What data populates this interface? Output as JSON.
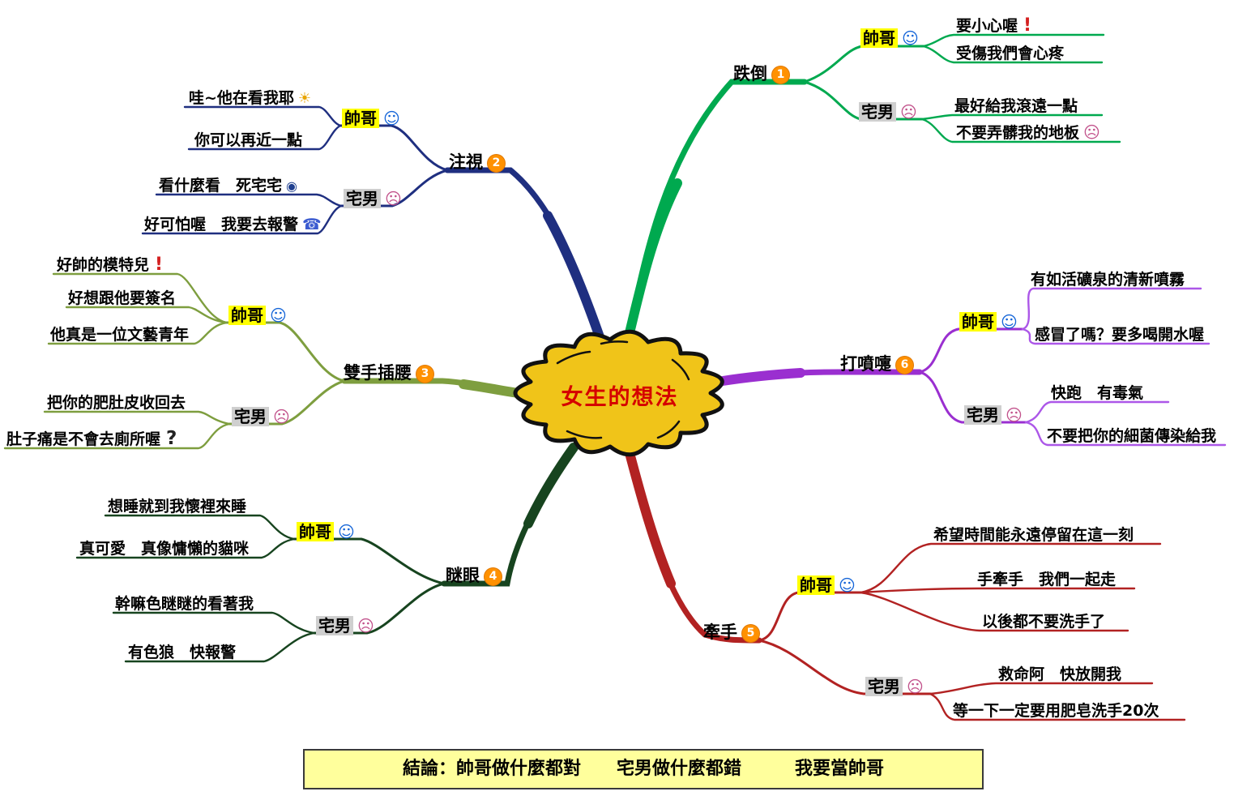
{
  "title": "女生的想法",
  "conclusion": "結論：帥哥做什麼都對　　宅男做什麼都錯　　　我要當帥哥",
  "icons": {
    "smile": "☺",
    "frown": "☹",
    "exclaim": "!",
    "bulb": "☀",
    "eye": "◉",
    "phone": "☎",
    "question": "?"
  },
  "colors": {
    "branch_fall": "#00A94F",
    "branch_stare": "#1F2F80",
    "branch_hands_on_hips": "#7E9E3F",
    "branch_squint": "#17441F",
    "branch_hold_hands": "#B22222",
    "branch_sneeze": "#9A2FD0",
    "highlight_handsome": "#FFFF00",
    "highlight_otaku": "#CFCFCF",
    "badge": "#FF9100",
    "center_fill": "#F0C419",
    "title_text": "#D50000"
  },
  "branches": [
    {
      "topic": "跌倒",
      "number": "1",
      "children": [
        {
          "label": "帥哥",
          "leaves": [
            {
              "text": "要小心喔",
              "icon": "exclaim"
            },
            {
              "text": "受傷我們會心疼"
            }
          ]
        },
        {
          "label": "宅男",
          "leaves": [
            {
              "text": "最好給我滾遠一點"
            },
            {
              "text": "不要弄髒我的地板",
              "icon": "frown"
            }
          ]
        }
      ]
    },
    {
      "topic": "注視",
      "number": "2",
      "children": [
        {
          "label": "帥哥",
          "leaves": [
            {
              "text": "哇~他在看我耶",
              "icon": "bulb"
            },
            {
              "text": "你可以再近一點"
            }
          ]
        },
        {
          "label": "宅男",
          "leaves": [
            {
              "text": "看什麼看　死宅宅",
              "icon": "eye"
            },
            {
              "text": "好可怕喔　我要去報警",
              "icon": "phone"
            }
          ]
        }
      ]
    },
    {
      "topic": "雙手插腰",
      "number": "3",
      "children": [
        {
          "label": "帥哥",
          "leaves": [
            {
              "text": "好帥的模特兒",
              "icon": "exclaim"
            },
            {
              "text": "好想跟他要簽名"
            },
            {
              "text": "他真是一位文藝青年"
            }
          ]
        },
        {
          "label": "宅男",
          "leaves": [
            {
              "text": "把你的肥肚皮收回去"
            },
            {
              "text": "肚子痛是不會去廁所喔",
              "icon": "question"
            }
          ]
        }
      ]
    },
    {
      "topic": "瞇眼",
      "number": "4",
      "children": [
        {
          "label": "帥哥",
          "leaves": [
            {
              "text": "想睡就到我懷裡來睡"
            },
            {
              "text": "真可愛　真像慵懶的貓咪"
            }
          ]
        },
        {
          "label": "宅男",
          "leaves": [
            {
              "text": "幹嘛色瞇瞇的看著我"
            },
            {
              "text": "有色狼　快報警"
            }
          ]
        }
      ]
    },
    {
      "topic": "牽手",
      "number": "5",
      "children": [
        {
          "label": "帥哥",
          "leaves": [
            {
              "text": "希望時間能永遠停留在這一刻"
            },
            {
              "text": "手牽手　我們一起走"
            },
            {
              "text": "以後都不要洗手了"
            }
          ]
        },
        {
          "label": "宅男",
          "leaves": [
            {
              "text": "救命阿　快放開我"
            },
            {
              "text": "等一下一定要用肥皂洗手20次"
            }
          ]
        }
      ]
    },
    {
      "topic": "打噴嚏",
      "number": "6",
      "children": [
        {
          "label": "帥哥",
          "leaves": [
            {
              "text": "有如活礦泉的清新噴霧"
            },
            {
              "text": "感冒了嗎？要多喝開水喔"
            }
          ]
        },
        {
          "label": "宅男",
          "leaves": [
            {
              "text": "快跑　有毒氣"
            },
            {
              "text": "不要把你的細菌傳染給我"
            }
          ]
        }
      ]
    }
  ]
}
